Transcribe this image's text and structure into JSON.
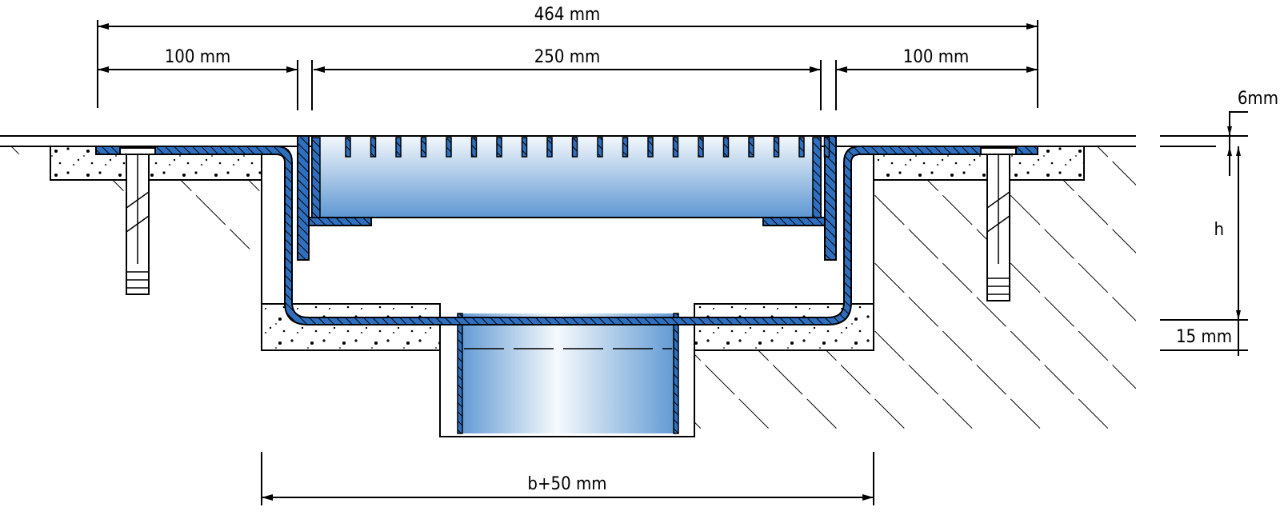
{
  "drawing": {
    "dimensions": {
      "overall_width": "464 mm",
      "left_flange": "100 mm",
      "grate_width": "250 mm",
      "right_flange": "100 mm",
      "top_thickness": "6mm",
      "height": "h",
      "bed_thickness": "15 mm",
      "trench_width": "b+50 mm"
    },
    "colors": {
      "steel": "#2f6fbf",
      "grate_light": "#f4f8fc",
      "grate_dark": "#5e97d2",
      "line": "#000000"
    }
  }
}
